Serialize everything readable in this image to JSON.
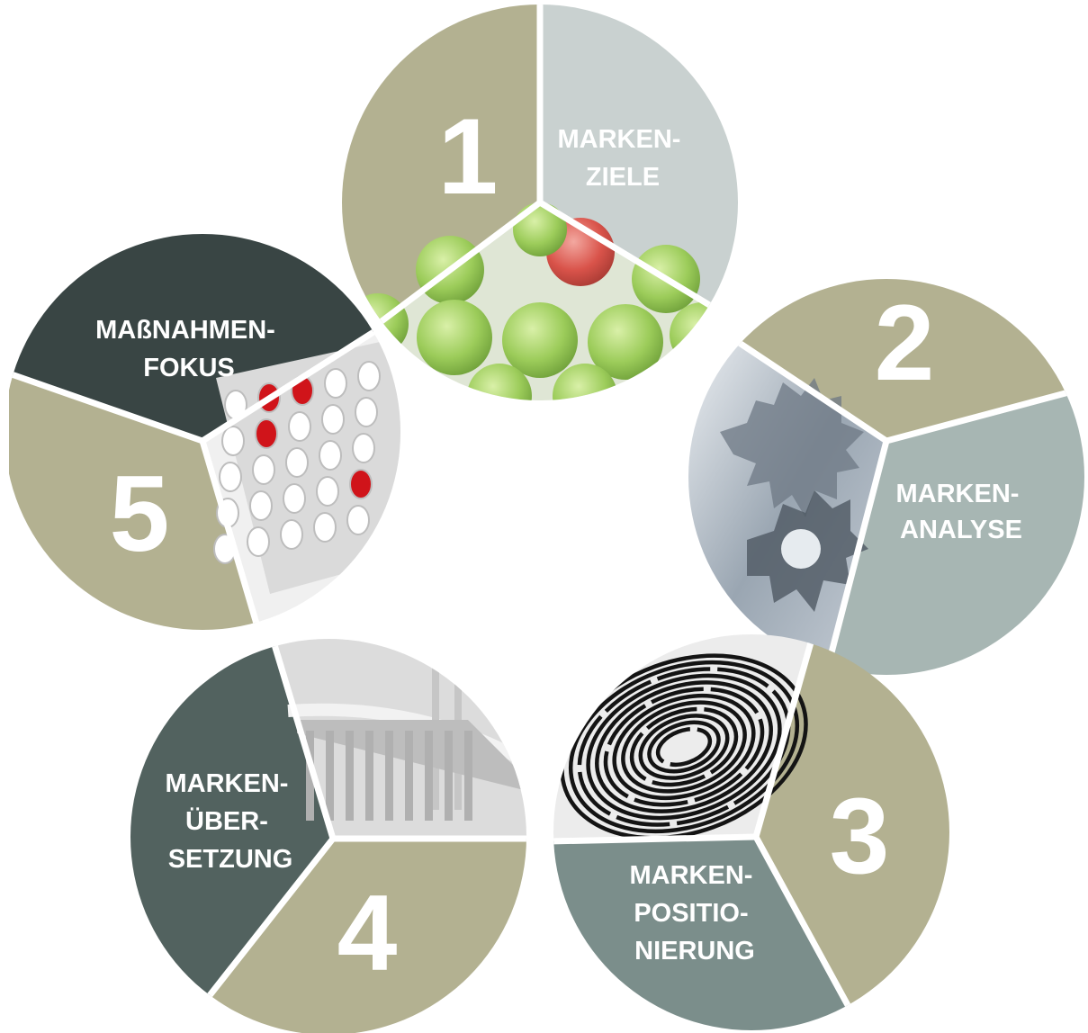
{
  "colors": {
    "khaki": "#b3b191",
    "lightgray": "#c9d1d0",
    "sage": "#a7b6b3",
    "teal": "#7b8e8b",
    "darkslate": "#52625f",
    "charcoal": "#394544",
    "white": "#ffffff"
  },
  "steps": [
    {
      "number": "1",
      "label_lines": [
        "MARKEN-",
        "ZIELE"
      ],
      "image_icon": "apples-icon",
      "number_color": "khaki",
      "label_color": "lightgray"
    },
    {
      "number": "2",
      "label_lines": [
        "MARKEN-",
        "ANALYSE"
      ],
      "image_icon": "gears-icon",
      "number_color": "khaki",
      "label_color": "sage"
    },
    {
      "number": "3",
      "label_lines": [
        "MARKEN-",
        "POSITIO-",
        "NIERUNG"
      ],
      "image_icon": "fingerprint-icon",
      "number_color": "khaki",
      "label_color": "teal"
    },
    {
      "number": "4",
      "label_lines": [
        "MARKEN-",
        "ÜBER-",
        "SETZUNG"
      ],
      "image_icon": "bridge-icon",
      "number_color": "khaki",
      "label_color": "darkslate"
    },
    {
      "number": "5",
      "label_lines": [
        "MAßNAHMEN-",
        "FOKUS"
      ],
      "image_icon": "connect-four-icon",
      "number_color": "khaki",
      "label_color": "charcoal"
    }
  ]
}
